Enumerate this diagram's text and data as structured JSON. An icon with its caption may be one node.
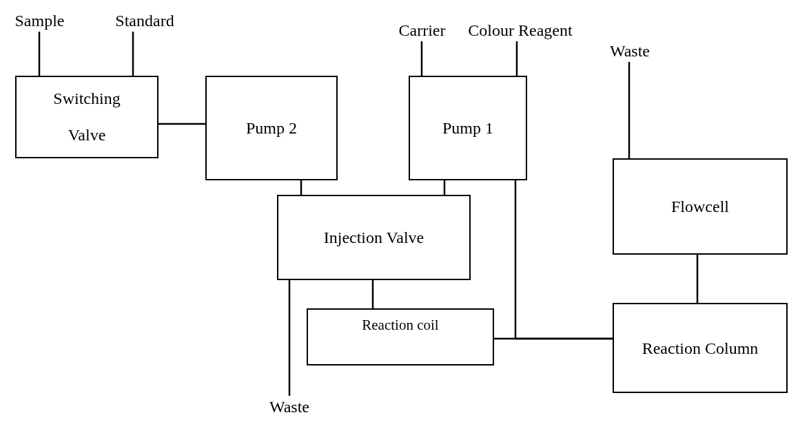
{
  "diagram": {
    "nodes": [
      {
        "text": [
          "Sample"
        ]
      },
      {
        "text": [
          "Standard"
        ]
      },
      {
        "text": [
          "Switching Valve"
        ]
      },
      {
        "text": [
          "Pump 2"
        ]
      },
      {
        "text": [
          "Carrier"
        ]
      },
      {
        "text": [
          "Colour Reagent"
        ]
      },
      {
        "text": [
          "Pump 1"
        ]
      },
      {
        "text": [
          "Waste"
        ]
      },
      {
        "text": [
          "Flowcell"
        ]
      },
      {
        "text": [
          "Injection Valve"
        ]
      },
      {
        "text": [
          "Reaction coil"
        ]
      },
      {
        "text": [
          "Reaction Column"
        ]
      },
      {
        "text": [
          "Waste"
        ]
      }
    ],
    "edges": [
      {
        "from": 0,
        "to": 2,
        "arrow": "none"
      },
      {
        "from": 1,
        "to": 2,
        "arrow": "none"
      },
      {
        "from": 2,
        "to": 3,
        "arrow": "none"
      },
      {
        "from": 4,
        "to": 6,
        "arrow": "none"
      },
      {
        "from": 5,
        "to": 6,
        "arrow": "none"
      },
      {
        "from": 3,
        "to": 9,
        "arrow": "none"
      },
      {
        "from": 6,
        "to": 9,
        "arrow": "none"
      },
      {
        "from": 9,
        "to": 10,
        "arrow": "none"
      },
      {
        "from": 9,
        "to": 12,
        "arrow": "none"
      },
      {
        "from": 6,
        "to": 11,
        "arrow": "none"
      },
      {
        "from": 10,
        "to": 11,
        "arrow": "none"
      },
      {
        "from": 11,
        "to": 8,
        "arrow": "none"
      },
      {
        "from": 8,
        "to": 7,
        "arrow": "none"
      }
    ]
  }
}
